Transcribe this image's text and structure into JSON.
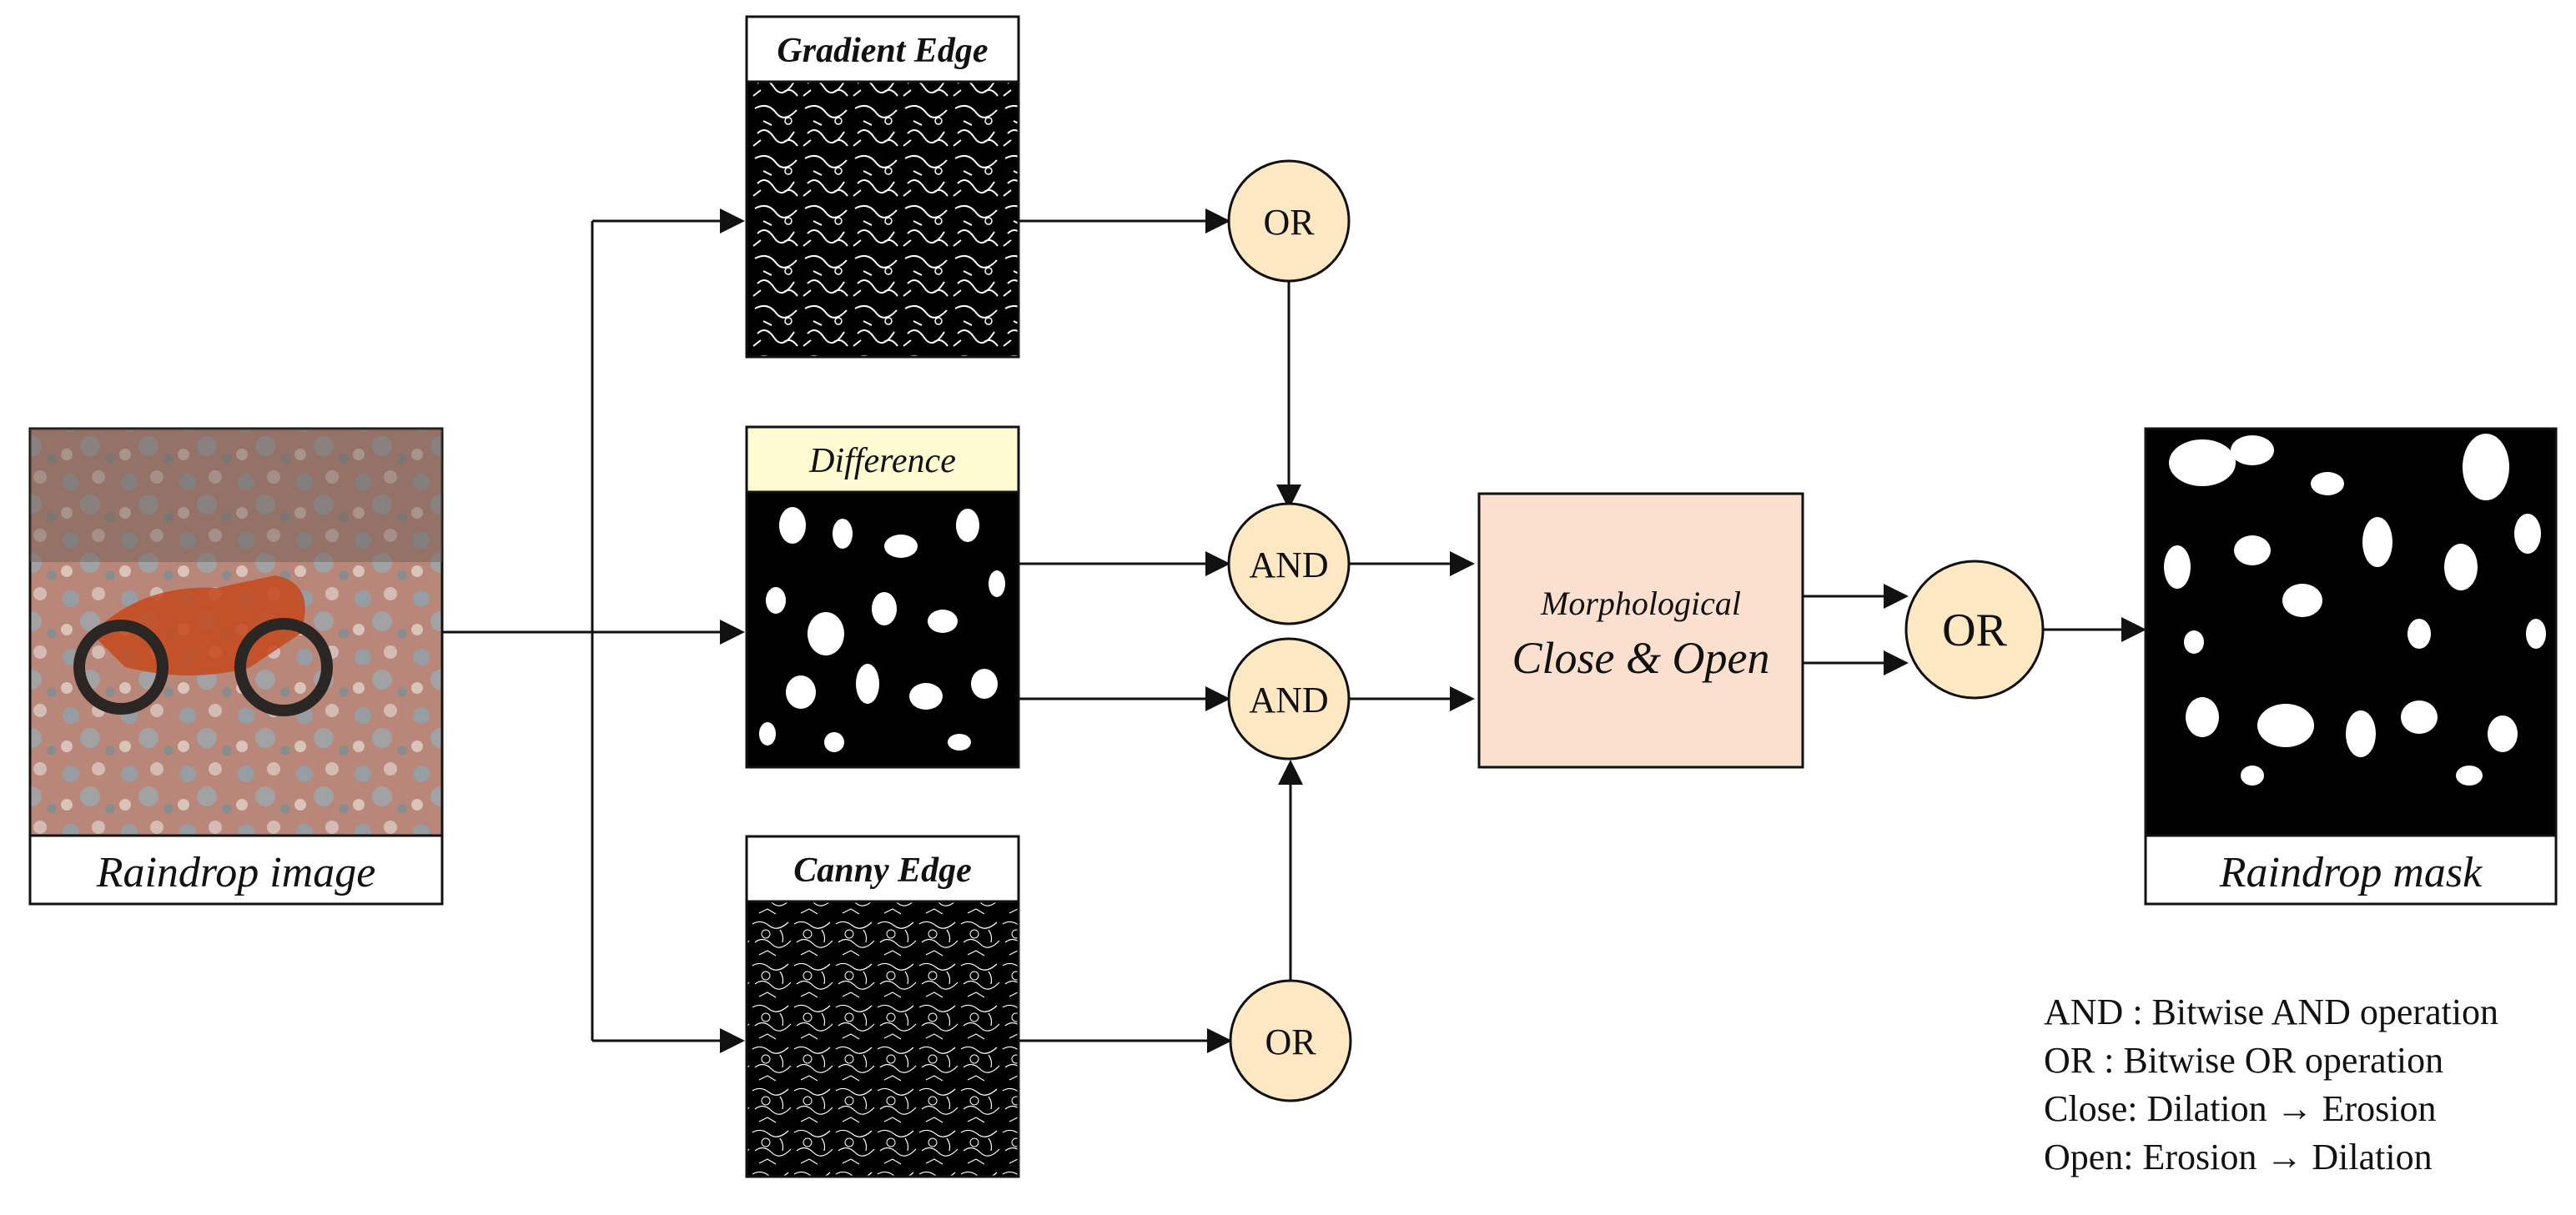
{
  "inputs": {
    "raindrop_caption": "Raindrop image",
    "mask_caption": "Raindrop mask"
  },
  "branches": {
    "gradient_title": "Gradient Edge",
    "difference_title": "Difference",
    "canny_title": "Canny Edge"
  },
  "operators": {
    "or_top": "OR",
    "and_top": "AND",
    "and_bottom": "AND",
    "or_bottom": "OR",
    "or_final": "OR"
  },
  "morph": {
    "line1": "Morphological",
    "line2": "Close & Open"
  },
  "legend": {
    "and": "AND : Bitwise AND operation",
    "or": "OR : Bitwise OR operation",
    "close": "Close: Dilation → Erosion",
    "open": "Open: Erosion → Dilation"
  },
  "colors": {
    "operator_fill": "#fde8c3",
    "morph_fill": "#fbe0cf",
    "difference_header": "#fefbd2",
    "mask_bg": "#000000",
    "mask_blob": "#ffffff"
  }
}
